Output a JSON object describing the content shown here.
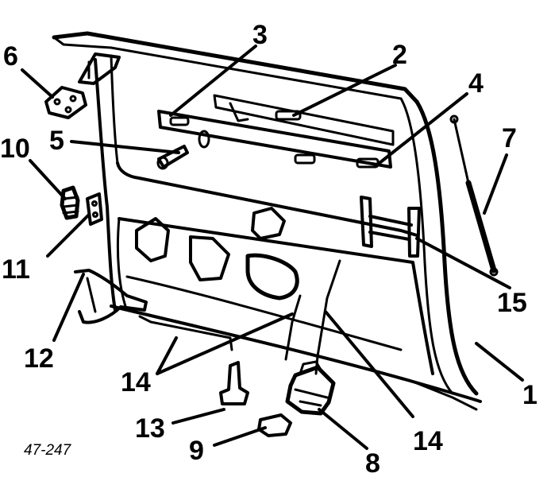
{
  "figure_id": "47-247",
  "callouts": {
    "c1": "1",
    "c2": "2",
    "c3": "3",
    "c4": "4",
    "c5": "5",
    "c6": "6",
    "c7": "7",
    "c8": "8",
    "c9": "9",
    "c10": "10",
    "c11": "11",
    "c12": "12",
    "c13": "13",
    "c14a": "14",
    "c14b": "14",
    "c15": "15"
  },
  "colors": {
    "ink": "#000000",
    "paper": "#ffffff"
  }
}
